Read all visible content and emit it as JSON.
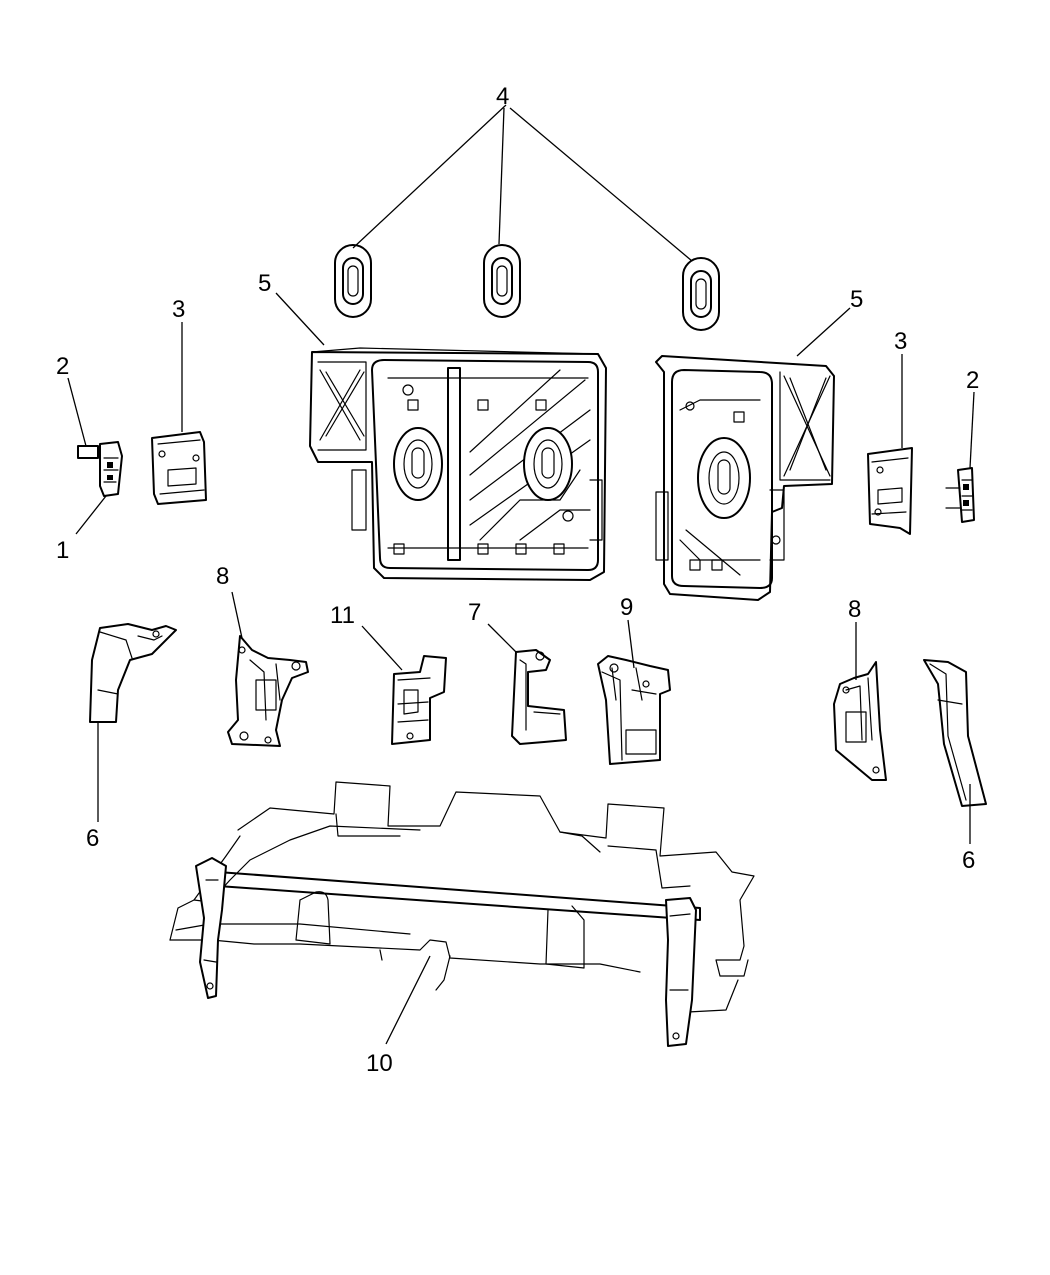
{
  "diagram": {
    "callouts": [
      {
        "id": "c1",
        "label": "1"
      },
      {
        "id": "c2-left",
        "label": "2"
      },
      {
        "id": "c2-right",
        "label": "2"
      },
      {
        "id": "c3-left",
        "label": "3"
      },
      {
        "id": "c3-right",
        "label": "3"
      },
      {
        "id": "c4",
        "label": "4"
      },
      {
        "id": "c5-left",
        "label": "5"
      },
      {
        "id": "c5-right",
        "label": "5"
      },
      {
        "id": "c6-left",
        "label": "6"
      },
      {
        "id": "c6-right",
        "label": "6"
      },
      {
        "id": "c7",
        "label": "7"
      },
      {
        "id": "c8-left",
        "label": "8"
      },
      {
        "id": "c8-right",
        "label": "8"
      },
      {
        "id": "c9",
        "label": "9"
      },
      {
        "id": "c10",
        "label": "10"
      },
      {
        "id": "c11",
        "label": "11"
      }
    ]
  }
}
